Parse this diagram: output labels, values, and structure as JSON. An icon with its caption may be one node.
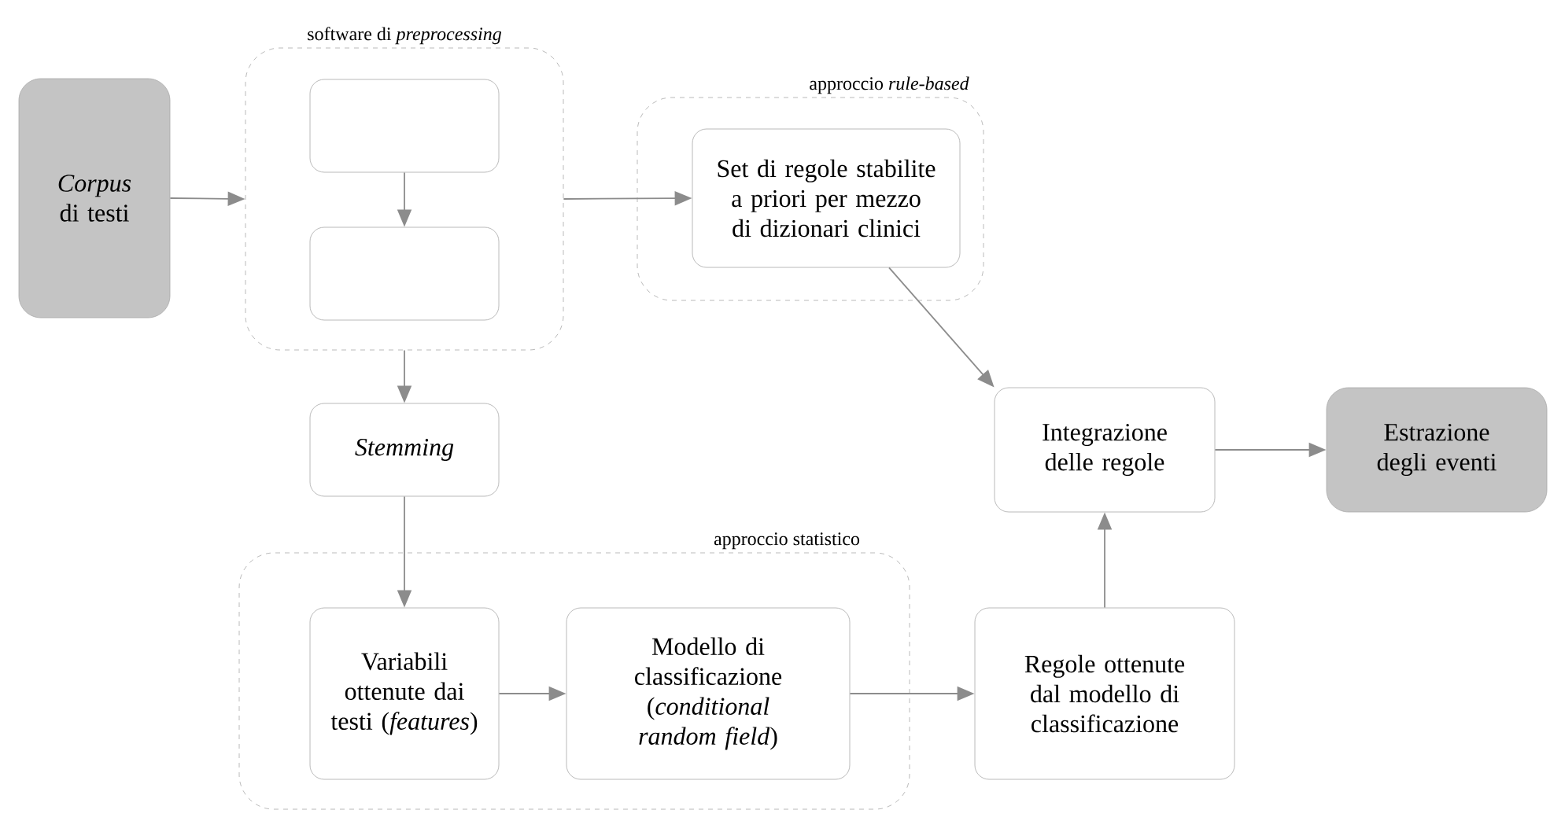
{
  "diagram": {
    "nodes": [
      {
        "text": [
          "*Corpus* di testi"
        ]
      },
      {
        "text": [
          "software di *preprocessing*"
        ]
      },
      {
        "text": [],
        "shape": "box",
        "in": 1
      },
      {
        "text": [],
        "shape": "box",
        "in": 1
      },
      {
        "text": [
          "approccio *rule-based*"
        ]
      },
      {
        "text": [
          "Set di regole stabilite a priori per mezzo di dizionari clinici"
        ],
        "in": 4
      },
      {
        "text": [
          "Stemming"
        ]
      },
      {
        "text": [
          "approccio statistico"
        ]
      },
      {
        "text": [
          "Variabili ottenute dai testi (*features*)"
        ],
        "in": 7
      },
      {
        "text": [
          "Modello di classificazione (*conditional random field*)"
        ],
        "in": 7
      },
      {
        "text": [
          "Regole ottenute dal modello di classificazione"
        ]
      },
      {
        "text": [
          "Integrazione delle regole"
        ]
      },
      {
        "text": [
          "Estrazione degli eventi"
        ]
      }
    ],
    "edges": [
      {
        "from": 0,
        "to": 1,
        "arrow": "to"
      },
      {
        "from": 2,
        "to": 3,
        "arrow": "to"
      },
      {
        "from": 1,
        "to": 5,
        "arrow": "to"
      },
      {
        "from": 1,
        "to": 6,
        "arrow": "to"
      },
      {
        "from": 6,
        "to": 8,
        "arrow": "to"
      },
      {
        "from": 8,
        "to": 9,
        "arrow": "to"
      },
      {
        "from": 9,
        "to": 10,
        "arrow": "to"
      },
      {
        "from": 5,
        "to": 11,
        "arrow": "to"
      },
      {
        "from": 10,
        "to": 11,
        "arrow": "to"
      },
      {
        "from": 11,
        "to": 12,
        "arrow": "to"
      }
    ]
  }
}
